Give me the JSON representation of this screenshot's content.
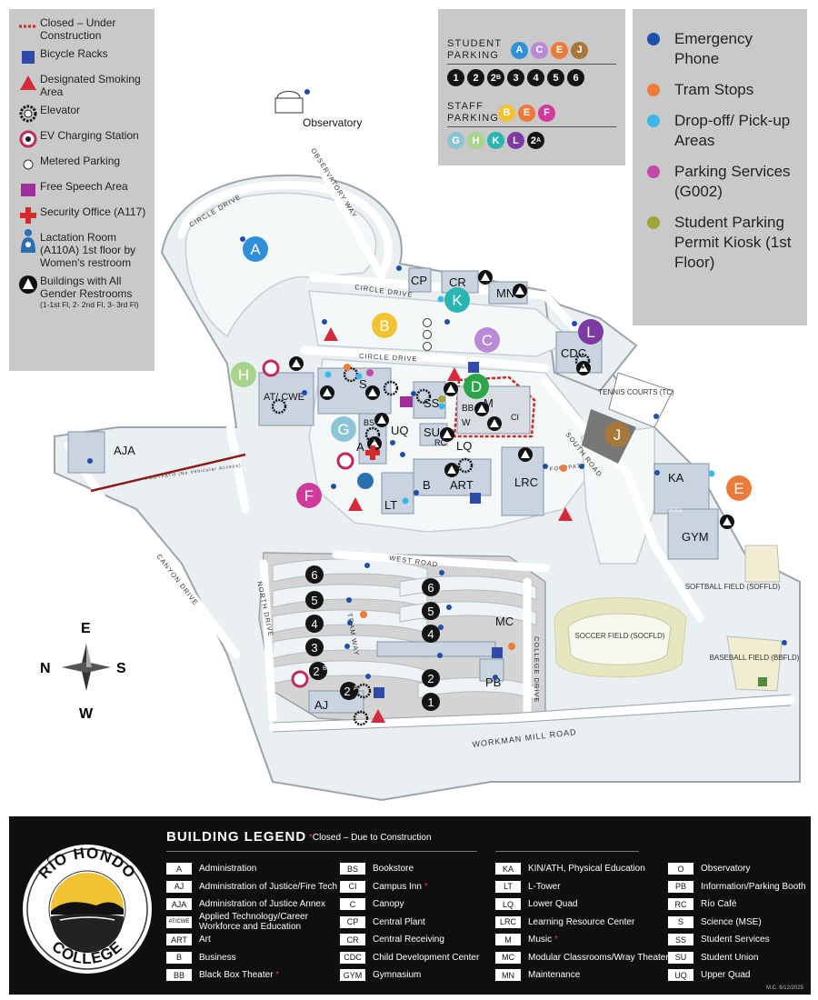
{
  "legend_symbols": [
    {
      "label": "Closed – Under Construction",
      "icon": "dashed-red-line-icon"
    },
    {
      "label": "Bicycle Racks",
      "icon": "blue-square-icon"
    },
    {
      "label": "Designated Smoking Area",
      "icon": "red-triangle-icon"
    },
    {
      "label": "Elevator",
      "icon": "gear-icon"
    },
    {
      "label": "EV Charging Station",
      "icon": "ring-icon"
    },
    {
      "label": "Metered Parking",
      "icon": "white-circle-icon"
    },
    {
      "label": "Free Speech Area",
      "icon": "magenta-square-icon"
    },
    {
      "label": "Security Office (A117)",
      "icon": "red-cross-icon"
    },
    {
      "label": "Lactation Room (A110A) 1st floor by Women's restroom",
      "icon": "mother-baby-icon"
    },
    {
      "label": "Buildings with All Gender Restrooms",
      "sub": "(1-1st Fl, 2- 2nd Fl, 3- 3rd Fl)",
      "icon": "triangle-circle-icon"
    }
  ],
  "parking_legend": {
    "student_label": "STUDENT PARKING",
    "student_letters": [
      {
        "t": "A",
        "color": "#2f8fd8"
      },
      {
        "t": "C",
        "color": "#b98bd6"
      },
      {
        "t": "E",
        "color": "#ec7a3a"
      },
      {
        "t": "J",
        "color": "#a8773c"
      }
    ],
    "student_numbers": [
      "1",
      "2",
      "2B",
      "3",
      "4",
      "5",
      "6"
    ],
    "staff_label": "STAFF PARKING",
    "staff_letters": [
      {
        "t": "B",
        "color": "#f2c230"
      },
      {
        "t": "E",
        "color": "#ec7a3a"
      },
      {
        "t": "F",
        "color": "#d03a9a"
      }
    ],
    "staff_letters2": [
      {
        "t": "G",
        "color": "#8ec5d6"
      },
      {
        "t": "H",
        "color": "#a7d48a"
      },
      {
        "t": "K",
        "color": "#2ab5b0"
      },
      {
        "t": "L",
        "color": "#7d3aa3"
      },
      {
        "t": "2A",
        "color": "#151515"
      }
    ]
  },
  "dot_legend": [
    {
      "label": "Emergency Phone",
      "color": "#1f4fa8"
    },
    {
      "label": "Tram Stops",
      "color": "#ef7b3b"
    },
    {
      "label": "Drop-off/ Pick-up Areas",
      "color": "#3ab8ea"
    },
    {
      "label": "Parking Services (G002)",
      "color": "#c14aa8"
    },
    {
      "label": "Student Parking Permit Kiosk (1st Floor)",
      "color": "#a3a33b"
    }
  ],
  "map": {
    "roads": [
      "CIRCLE DRIVE",
      "OBSERVATORY WAY",
      "CIRCLE DRIVE",
      "CIRCLE DRIVE",
      "SOUTH ROAD",
      "CANYON DRIVE",
      "NORTH DRIVE",
      "TRAM WAY",
      "WEST ROAD",
      "COLLEGE DRIVE",
      "WORKMAN MILL ROAD",
      "FOOTPATH",
      "FOOTPATH (No Vehicular Access)"
    ],
    "observatory": "Observatory",
    "buildings": [
      "CP",
      "CR",
      "MN",
      "CDC",
      "AT/ CWE",
      "S",
      "SS",
      "SU",
      "RC",
      "BB",
      "M",
      "W",
      "CI",
      "LQ",
      "UQ",
      "BS",
      "A",
      "LT",
      "B",
      "ART",
      "LRC",
      "AJA",
      "KA",
      "GYM",
      "POOL",
      "MC",
      "PB",
      "AJ"
    ],
    "lots": [
      {
        "t": "A",
        "color": "#2f8fd8"
      },
      {
        "t": "B",
        "color": "#f2c230"
      },
      {
        "t": "C",
        "color": "#b98bd6"
      },
      {
        "t": "D",
        "color": "#2aa54a"
      },
      {
        "t": "E",
        "color": "#ec7a3a"
      },
      {
        "t": "F",
        "color": "#d03a9a"
      },
      {
        "t": "G",
        "color": "#8ec5d6"
      },
      {
        "t": "H",
        "color": "#a7d48a"
      },
      {
        "t": "J",
        "color": "#a8773c"
      },
      {
        "t": "K",
        "color": "#2ab5b0"
      },
      {
        "t": "L",
        "color": "#7d3aa3"
      }
    ],
    "lot_numbers": [
      "6",
      "5",
      "4",
      "3",
      "2B",
      "2A",
      "6",
      "5",
      "4",
      "2",
      "1"
    ],
    "fields": {
      "tennis": "TENNIS COURTS (TC)",
      "softball": "SOFTBALL FIELD (SOFFLD)",
      "soccer": "SOCCER FIELD (SOCFLD)",
      "baseball": "BASEBALL FIELD (BBFLD)"
    },
    "compass": {
      "n": "N",
      "e": "E",
      "s": "S",
      "w": "W"
    }
  },
  "building_legend": {
    "title": "BUILDING LEGEND",
    "note": "Closed – Due to Construction",
    "logo_top": "RÍO HONDO",
    "logo_bottom": "COLLEGE",
    "columns": [
      [
        {
          "code": "A",
          "name": "Administration"
        },
        {
          "code": "AJ",
          "name": "Administration of Justice/Fire Tech"
        },
        {
          "code": "AJA",
          "name": "Administration of Justice Annex"
        },
        {
          "code": "AT/CWE",
          "name": "Applied Technology/Career Workforce and Education"
        },
        {
          "code": "ART",
          "name": "Art"
        },
        {
          "code": "B",
          "name": "Business"
        },
        {
          "code": "BB",
          "name": "Black Box Theater",
          "closed": true
        }
      ],
      [
        {
          "code": "BS",
          "name": "Bookstore"
        },
        {
          "code": "CI",
          "name": "Campus Inn",
          "closed": true
        },
        {
          "code": "C",
          "name": "Canopy"
        },
        {
          "code": "CP",
          "name": "Central Plant"
        },
        {
          "code": "CR",
          "name": "Central Receiving"
        },
        {
          "code": "CDC",
          "name": "Child Development Center"
        },
        {
          "code": "GYM",
          "name": "Gymnasium"
        }
      ],
      [
        {
          "code": "KA",
          "name": "KIN/ATH, Physical Education"
        },
        {
          "code": "LT",
          "name": "L-Tower"
        },
        {
          "code": "LQ",
          "name": "Lower Quad"
        },
        {
          "code": "LRC",
          "name": "Learning Resource Center"
        },
        {
          "code": "M",
          "name": "Music",
          "closed": true
        },
        {
          "code": "MC",
          "name": "Modular Classrooms/Wray Theater",
          "closed": true
        },
        {
          "code": "MN",
          "name": "Maintenance"
        }
      ],
      [
        {
          "code": "O",
          "name": "Observatory"
        },
        {
          "code": "PB",
          "name": "Information/Parking Booth"
        },
        {
          "code": "RC",
          "name": "Río Café"
        },
        {
          "code": "S",
          "name": "Science (MSE)"
        },
        {
          "code": "SS",
          "name": "Student Services"
        },
        {
          "code": "SU",
          "name": "Student Union"
        },
        {
          "code": "UQ",
          "name": "Upper Quad"
        }
      ]
    ],
    "credit": "M.C. 6/12/2025"
  }
}
